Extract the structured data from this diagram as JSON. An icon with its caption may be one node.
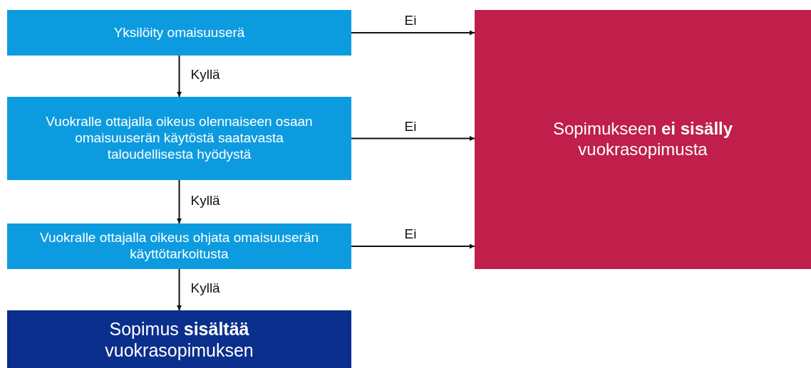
{
  "diagram": {
    "nodes": [
      {
        "text": [
          "Yksilöity omaisuuserä"
        ]
      },
      {
        "text": [
          "Vuokralle ottajalla oikeus olennaiseen osaan omaisuuserän käytöstä saatavasta taloudellisesta hyödystä"
        ]
      },
      {
        "text": [
          "Vuokralle ottajalla oikeus ohjata omaisuuserän käyttötarkoitusta"
        ]
      },
      {
        "text": [
          "Sopimus **sisältää** vuokrasopimuksen"
        ]
      },
      {
        "text": [
          "Sopimukseen **ei sisälly** vuokrasopimusta"
        ]
      }
    ],
    "edges": [
      {
        "from": 0,
        "to": 4,
        "arrow": "to",
        "label": "Ei"
      },
      {
        "from": 0,
        "to": 1,
        "arrow": "to",
        "label": "Kyllä"
      },
      {
        "from": 1,
        "to": 4,
        "arrow": "to",
        "label": "Ei"
      },
      {
        "from": 1,
        "to": 2,
        "arrow": "to",
        "label": "Kyllä"
      },
      {
        "from": 2,
        "to": 4,
        "arrow": "to",
        "label": "Ei"
      },
      {
        "from": 2,
        "to": 3,
        "arrow": "to",
        "label": "Kyllä"
      }
    ]
  }
}
